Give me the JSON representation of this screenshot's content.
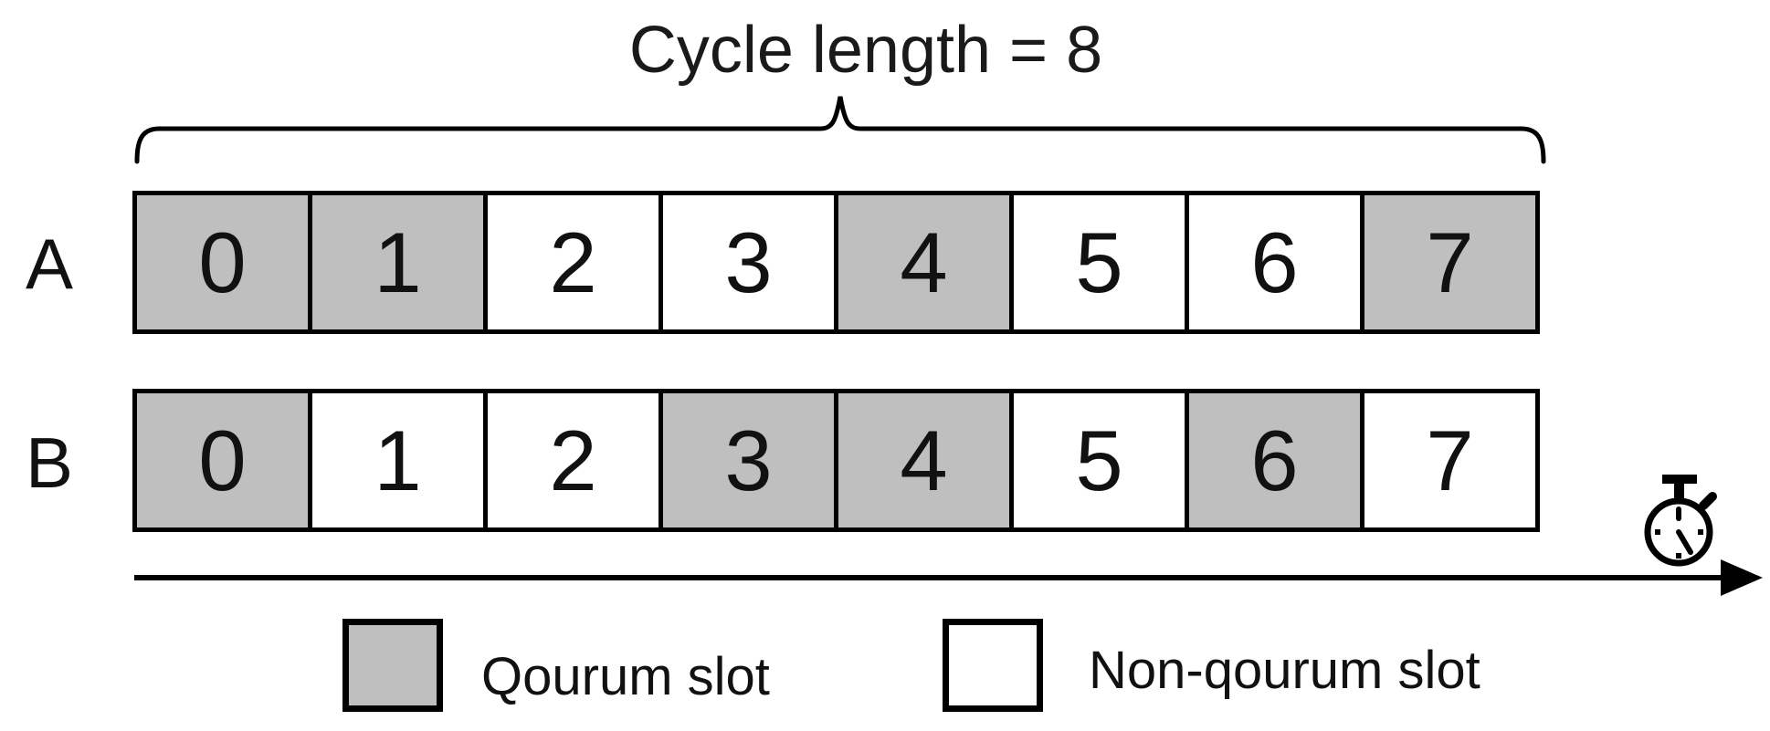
{
  "title": "Cycle length = 8",
  "cycle_length": "8",
  "rows": [
    {
      "label": "A",
      "slots": [
        {
          "num": "0",
          "fill": "quorum"
        },
        {
          "num": "1",
          "fill": "quorum"
        },
        {
          "num": "2",
          "fill": "non-quorum"
        },
        {
          "num": "3",
          "fill": "non-quorum"
        },
        {
          "num": "4",
          "fill": "quorum"
        },
        {
          "num": "5",
          "fill": "non-quorum"
        },
        {
          "num": "6",
          "fill": "non-quorum"
        },
        {
          "num": "7",
          "fill": "quorum"
        }
      ]
    },
    {
      "label": "B",
      "slots": [
        {
          "num": "0",
          "fill": "quorum"
        },
        {
          "num": "1",
          "fill": "non-quorum"
        },
        {
          "num": "2",
          "fill": "non-quorum"
        },
        {
          "num": "3",
          "fill": "quorum"
        },
        {
          "num": "4",
          "fill": "quorum"
        },
        {
          "num": "5",
          "fill": "non-quorum"
        },
        {
          "num": "6",
          "fill": "quorum"
        },
        {
          "num": "7",
          "fill": "non-quorum"
        }
      ]
    }
  ],
  "legend": [
    {
      "label": "Qourum slot",
      "fill": "quorum"
    },
    {
      "label": "Non-qourum slot",
      "fill": "non-quorum"
    }
  ],
  "icons": {
    "stopwatch": "stopwatch-icon"
  },
  "colors": {
    "quorum_fill": "#BFBFBF",
    "non_quorum_fill": "#FFFFFF",
    "stroke": "#000000",
    "background": "#FFFFFF"
  }
}
